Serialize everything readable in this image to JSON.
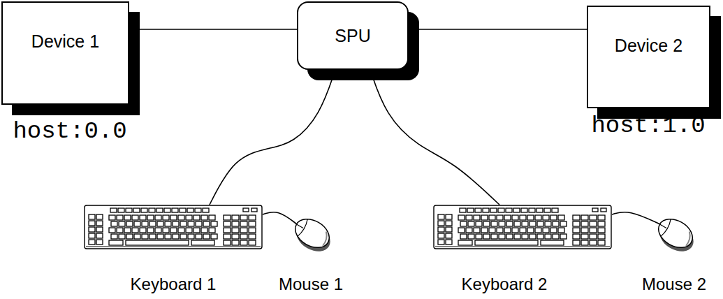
{
  "diagram": {
    "nodes": [
      {
        "text": [
          "Device 1"
        ]
      },
      {
        "text": [
          "SPU"
        ]
      },
      {
        "text": [
          "Device 2"
        ]
      },
      {
        "text": [
          "Keyboard 1"
        ]
      },
      {
        "text": [
          "Mouse 1"
        ]
      },
      {
        "text": [
          "Keyboard 2"
        ]
      },
      {
        "text": [
          "Mouse 2"
        ]
      }
    ],
    "edges": [
      {
        "from": 0,
        "to": 1,
        "arrow": "none"
      },
      {
        "from": 1,
        "to": 2,
        "arrow": "none"
      },
      {
        "from": 1,
        "to": 3,
        "arrow": "none"
      },
      {
        "from": 1,
        "to": 5,
        "arrow": "none"
      },
      {
        "from": 3,
        "to": 4,
        "arrow": "none"
      },
      {
        "from": 5,
        "to": 6,
        "arrow": "none"
      }
    ],
    "labels": [
      "host:0.0",
      "host:1.0"
    ]
  }
}
